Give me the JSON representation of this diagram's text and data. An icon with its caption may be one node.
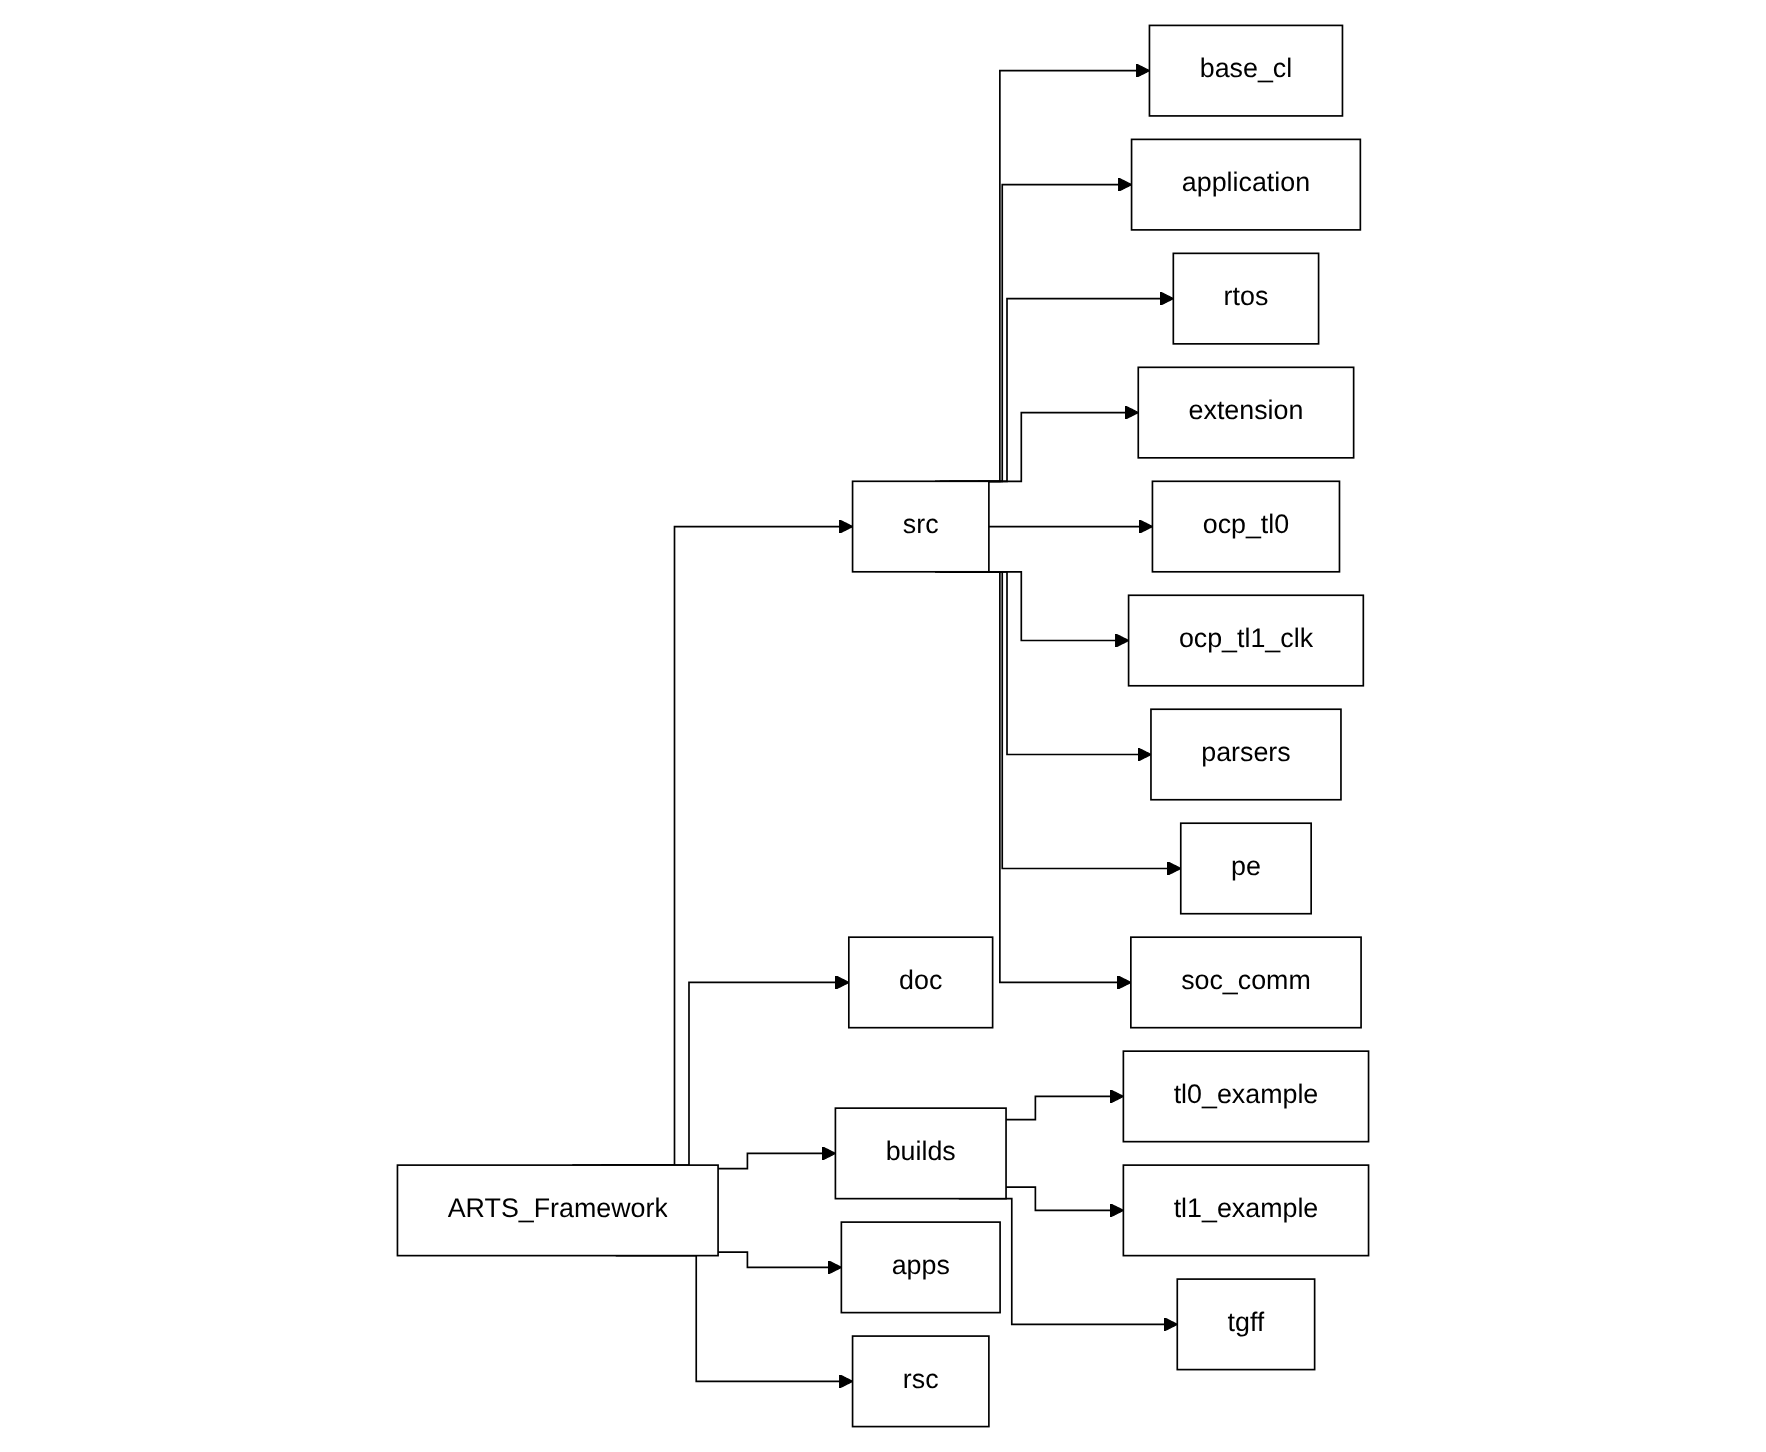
{
  "diagram": {
    "nodes": [
      {
        "text": [
          "ARTS_Framework"
        ]
      },
      {
        "text": [
          "src"
        ]
      },
      {
        "text": [
          "doc"
        ]
      },
      {
        "text": [
          "builds"
        ]
      },
      {
        "text": [
          "apps"
        ]
      },
      {
        "text": [
          "rsc"
        ]
      },
      {
        "text": [
          "base_cl"
        ]
      },
      {
        "text": [
          "application"
        ]
      },
      {
        "text": [
          "rtos"
        ]
      },
      {
        "text": [
          "extension"
        ]
      },
      {
        "text": [
          "ocp_tl0"
        ]
      },
      {
        "text": [
          "ocp_tl1_clk"
        ]
      },
      {
        "text": [
          "parsers"
        ]
      },
      {
        "text": [
          "pe"
        ]
      },
      {
        "text": [
          "soc_comm"
        ]
      },
      {
        "text": [
          "tl0_example"
        ]
      },
      {
        "text": [
          "tl1_example"
        ]
      },
      {
        "text": [
          "tgff"
        ]
      }
    ],
    "edges": [
      {
        "from": 0,
        "to": 1,
        "arrow": "to"
      },
      {
        "from": 0,
        "to": 2,
        "arrow": "to"
      },
      {
        "from": 0,
        "to": 3,
        "arrow": "to"
      },
      {
        "from": 0,
        "to": 4,
        "arrow": "to"
      },
      {
        "from": 0,
        "to": 5,
        "arrow": "to"
      },
      {
        "from": 1,
        "to": 6,
        "arrow": "to"
      },
      {
        "from": 1,
        "to": 7,
        "arrow": "to"
      },
      {
        "from": 1,
        "to": 8,
        "arrow": "to"
      },
      {
        "from": 1,
        "to": 9,
        "arrow": "to"
      },
      {
        "from": 1,
        "to": 10,
        "arrow": "to"
      },
      {
        "from": 1,
        "to": 11,
        "arrow": "to"
      },
      {
        "from": 1,
        "to": 12,
        "arrow": "to"
      },
      {
        "from": 1,
        "to": 13,
        "arrow": "to"
      },
      {
        "from": 1,
        "to": 14,
        "arrow": "to"
      },
      {
        "from": 3,
        "to": 15,
        "arrow": "to"
      },
      {
        "from": 3,
        "to": 16,
        "arrow": "to"
      },
      {
        "from": 3,
        "to": 17,
        "arrow": "to"
      }
    ]
  }
}
